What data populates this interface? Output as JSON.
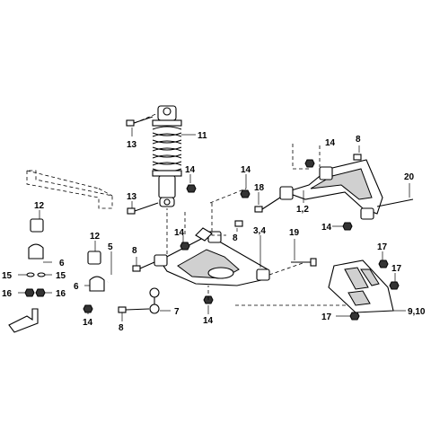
{
  "callouts": {
    "c11": "11",
    "c13a": "13",
    "c13b": "13",
    "c14a": "14",
    "c14b": "14",
    "c14c": "14",
    "c14d": "14",
    "c14e": "14",
    "c14f": "14",
    "c14g": "14",
    "c8a": "8",
    "c8b": "8",
    "c8c": "8",
    "c8d": "8",
    "c18": "18",
    "c12": "1,2",
    "c20": "20",
    "c12b": "12",
    "c12c": "12",
    "c5": "5",
    "c6a": "6",
    "c6b": "6",
    "c15a": "15",
    "c15b": "15",
    "c16a": "16",
    "c16b": "16",
    "c7": "7",
    "c34": "3,4",
    "c19": "19",
    "c17a": "17",
    "c17b": "17",
    "c17c": "17",
    "c910": "9,10"
  }
}
